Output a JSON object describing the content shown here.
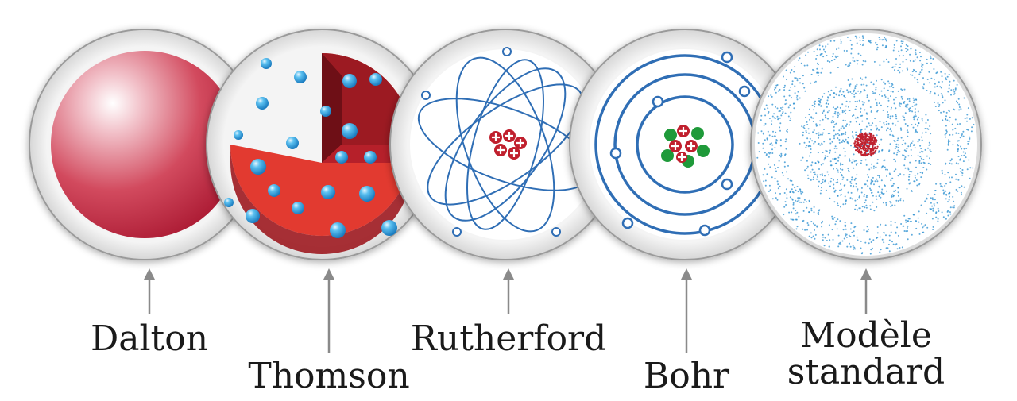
{
  "models": [
    {
      "id": "dalton",
      "label": "Dalton"
    },
    {
      "id": "thomson",
      "label": "Thomson"
    },
    {
      "id": "rutherford",
      "label": "Rutherford"
    },
    {
      "id": "bohr",
      "label": "Bohr"
    },
    {
      "id": "standard",
      "label_line1": "Modèle",
      "label_line2": "standard"
    }
  ],
  "colors": {
    "frame": "#e6e6e6",
    "frame_stroke": "#8c8c8c",
    "dalton_red": "#c0223b",
    "thomson_red": "#e23a30",
    "thomson_dark": "#a01a20",
    "electron_blue": "#2a8fd0",
    "orbit_blue": "#2f6eb5",
    "proton_red": "#c0202e",
    "neutron_green": "#1f9a3a",
    "arrow_gray": "#8a8a8a"
  }
}
